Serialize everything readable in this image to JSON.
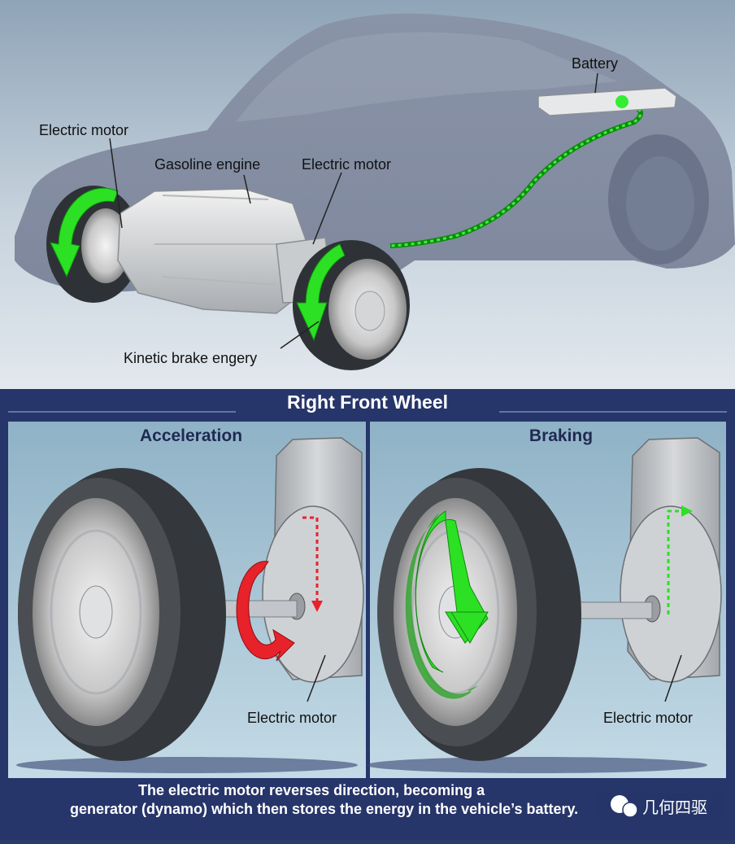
{
  "top": {
    "labels": {
      "electric_motor_rear": "Electric motor",
      "gasoline_engine": "Gasoline engine",
      "electric_motor_front": "Electric motor",
      "battery": "Battery",
      "kinetic_brake": "Kinetic brake engery"
    }
  },
  "bottom": {
    "title": "Right Front Wheel",
    "acceleration": {
      "title": "Acceleration",
      "motor_label": "Electric motor"
    },
    "braking": {
      "title": "Braking",
      "motor_label": "Electric motor"
    },
    "caption_line1": "The electric motor reverses direction, becoming a",
    "caption_line2": "generator (dynamo) which then stores the energy in the vehicle’s battery.",
    "watermark": "几何四驱"
  },
  "colors": {
    "green_arrow": "#22e01a",
    "red_arrow": "#e8222a",
    "navy_frame": "#26356a"
  }
}
